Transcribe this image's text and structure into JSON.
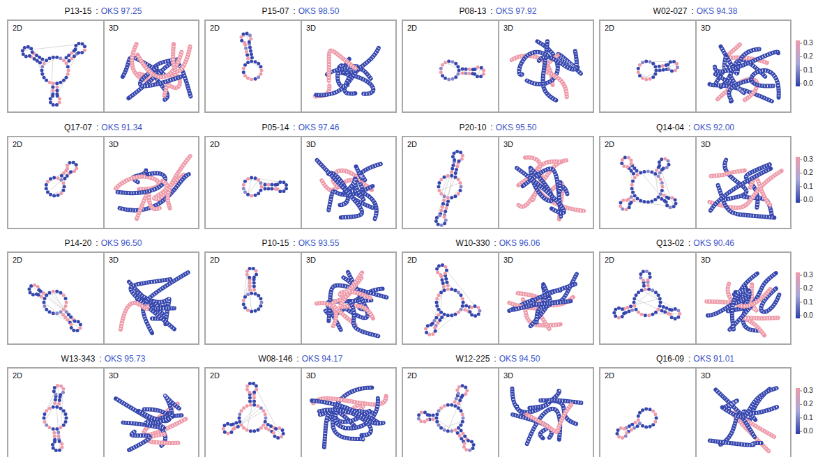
{
  "diagram": {
    "nodes": [
      {
        "text": [
          "P13-15",
          ":",
          "OKS 97.25"
        ]
      },
      {
        "text": [
          "2D"
        ],
        "in": 0
      },
      {
        "text": [
          "3D"
        ],
        "in": 0
      },
      {
        "text": [
          "P15-07",
          ":",
          "OKS 98.50"
        ]
      },
      {
        "text": [
          "2D"
        ],
        "in": 3
      },
      {
        "text": [
          "3D"
        ],
        "in": 3
      },
      {
        "text": [
          "P08-13",
          ":",
          "OKS 97.92"
        ]
      },
      {
        "text": [
          "2D"
        ],
        "in": 6
      },
      {
        "text": [
          "3D"
        ],
        "in": 6
      },
      {
        "text": [
          "W02-027",
          ":",
          "OKS 94.38"
        ]
      },
      {
        "text": [
          "2D"
        ],
        "in": 9
      },
      {
        "text": [
          "3D"
        ],
        "in": 9
      },
      {
        "text": [
          "Q17-07",
          ":",
          "OKS 91.34"
        ]
      },
      {
        "text": [
          "2D"
        ],
        "in": 12
      },
      {
        "text": [
          "3D"
        ],
        "in": 12
      },
      {
        "text": [
          "P05-14",
          ":",
          "OKS 97.46"
        ]
      },
      {
        "text": [
          "2D"
        ],
        "in": 15
      },
      {
        "text": [
          "3D"
        ],
        "in": 15
      },
      {
        "text": [
          "P20-10",
          ":",
          "OKS 95.50"
        ]
      },
      {
        "text": [
          "2D"
        ],
        "in": 18
      },
      {
        "text": [
          "3D"
        ],
        "in": 18
      },
      {
        "text": [
          "Q14-04",
          ":",
          "OKS 92.00"
        ]
      },
      {
        "text": [
          "2D"
        ],
        "in": 21
      },
      {
        "text": [
          "3D"
        ],
        "in": 21
      },
      {
        "text": [
          "P14-20",
          ":",
          "OKS 96.50"
        ]
      },
      {
        "text": [
          "2D"
        ],
        "in": 24
      },
      {
        "text": [
          "3D"
        ],
        "in": 24
      },
      {
        "text": [
          "P10-15",
          ":",
          "OKS 93.55"
        ]
      },
      {
        "text": [
          "2D"
        ],
        "in": 27
      },
      {
        "text": [
          "3D"
        ],
        "in": 27
      },
      {
        "text": [
          "W10-330",
          ":",
          "OKS 96.06"
        ]
      },
      {
        "text": [
          "2D"
        ],
        "in": 30
      },
      {
        "text": [
          "3D"
        ],
        "in": 30
      },
      {
        "text": [
          "Q13-02",
          ":",
          "OKS 90.46"
        ]
      },
      {
        "text": [
          "2D"
        ],
        "in": 33
      },
      {
        "text": [
          "3D"
        ],
        "in": 33
      },
      {
        "text": [
          "W13-343",
          ":",
          "OKS 95.73"
        ]
      },
      {
        "text": [
          "2D"
        ],
        "in": 36
      },
      {
        "text": [
          "3D"
        ],
        "in": 36
      },
      {
        "text": [
          "W08-146",
          ":",
          "OKS 94.17"
        ]
      },
      {
        "text": [
          "2D"
        ],
        "in": 39
      },
      {
        "text": [
          "3D"
        ],
        "in": 39
      },
      {
        "text": [
          "W12-225",
          ":",
          "OKS 94.50"
        ]
      },
      {
        "text": [
          "2D"
        ],
        "in": 42
      },
      {
        "text": [
          "3D"
        ],
        "in": 42
      },
      {
        "text": [
          "Q16-09",
          ":",
          "OKS 91.01"
        ]
      },
      {
        "text": [
          "2D"
        ],
        "in": 45
      },
      {
        "text": [
          "3D"
        ],
        "in": 45
      }
    ],
    "labels": [
      "0.3",
      "0.2",
      "0.1",
      "0.0",
      "0.3",
      "0.2",
      "0.1",
      "0.0",
      "0.3",
      "0.2",
      "0.1",
      "0.0",
      "0.3",
      "0.2",
      "0.1",
      "0.0"
    ]
  }
}
